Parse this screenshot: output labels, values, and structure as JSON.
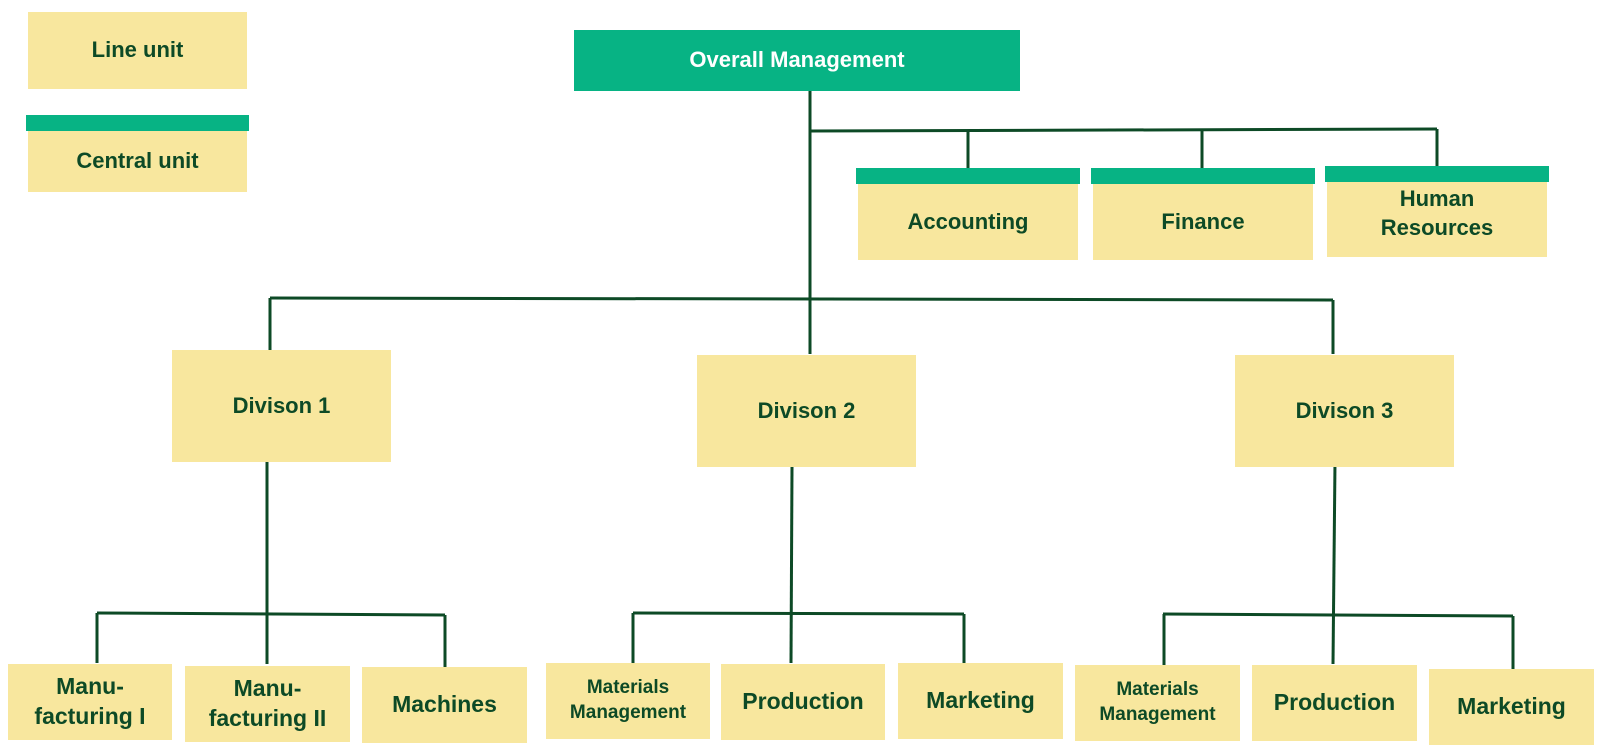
{
  "legend": {
    "line_unit": "Line unit",
    "central_unit": "Central unit"
  },
  "colors": {
    "line_unit_fill": "#f8e79e",
    "central_bar": "#07b384",
    "text": "#0d4a26",
    "connector": "#0d4a26"
  },
  "top": {
    "label": "Overall Management"
  },
  "central_units": [
    {
      "label": "Accounting"
    },
    {
      "label": "Finance"
    },
    {
      "label": "Human Resources"
    }
  ],
  "divisions": [
    {
      "label": "Divison 1",
      "children": [
        {
          "label": "Manu-facturing I"
        },
        {
          "label": "Manu-facturing II"
        },
        {
          "label": "Machines"
        }
      ]
    },
    {
      "label": "Divison 2",
      "children": [
        {
          "label": "Materials Management"
        },
        {
          "label": "Production"
        },
        {
          "label": "Marketing"
        }
      ]
    },
    {
      "label": "Divison 3",
      "children": [
        {
          "label": "Materials Management"
        },
        {
          "label": "Production"
        },
        {
          "label": "Marketing"
        }
      ]
    }
  ]
}
